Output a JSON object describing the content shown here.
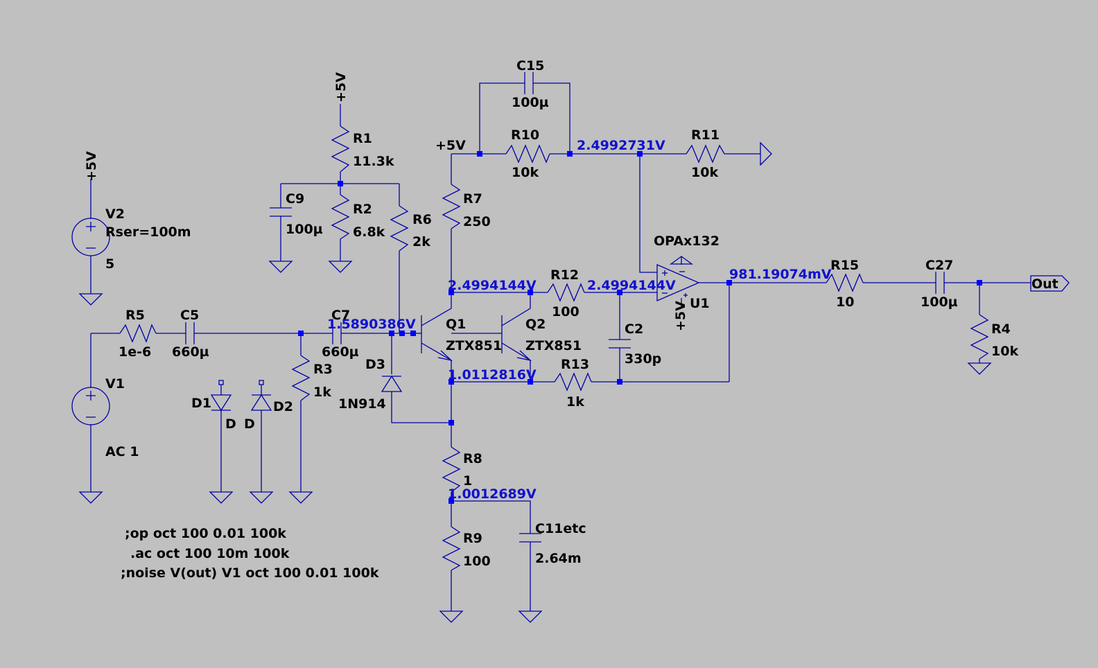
{
  "components": {
    "V2": {
      "name": "V2",
      "param": "Rser=100m",
      "value": "5"
    },
    "V1": {
      "name": "V1",
      "value": "AC 1"
    },
    "R1": {
      "name": "R1",
      "value": "11.3k"
    },
    "R2": {
      "name": "R2",
      "value": "6.8k"
    },
    "R3": {
      "name": "R3",
      "value": "1k"
    },
    "R4": {
      "name": "R4",
      "value": "10k"
    },
    "R5": {
      "name": "R5",
      "value": "1e-6"
    },
    "R6": {
      "name": "R6",
      "value": "2k"
    },
    "R7": {
      "name": "R7",
      "value": "250"
    },
    "R8": {
      "name": "R8",
      "value": "1"
    },
    "R9": {
      "name": "R9",
      "value": "100"
    },
    "R10": {
      "name": "R10",
      "value": "10k"
    },
    "R11": {
      "name": "R11",
      "value": "10k"
    },
    "R12": {
      "name": "R12",
      "value": "100"
    },
    "R13": {
      "name": "R13",
      "value": "1k"
    },
    "R15": {
      "name": "R15",
      "value": "10"
    },
    "C2": {
      "name": "C2",
      "value": "330p"
    },
    "C5": {
      "name": "C5",
      "value": "660µ"
    },
    "C7": {
      "name": "C7",
      "value": "660µ"
    },
    "C9": {
      "name": "C9",
      "value": "100µ"
    },
    "C11": {
      "name": "C11etc",
      "value": "2.64m"
    },
    "C15": {
      "name": "C15",
      "value": "100µ"
    },
    "C27": {
      "name": "C27",
      "value": "100µ"
    },
    "D1": {
      "name": "D1",
      "value": "D"
    },
    "D2": {
      "name": "D2",
      "value": "D"
    },
    "D3": {
      "name": "D3",
      "value": "1N914"
    },
    "Q1": {
      "name": "Q1",
      "value": "ZTX851"
    },
    "Q2": {
      "name": "Q2",
      "value": "ZTX851"
    },
    "U1": {
      "name": "U1",
      "value": "OPAx132"
    }
  },
  "supplies": {
    "v2_top": "+5V",
    "r1_top": "+5V",
    "r7_top": "+5V",
    "u1_supply": "+5V"
  },
  "nodes": {
    "n_r10": "2.4992731V",
    "n_q1c": "2.4994144V",
    "n_u1in": "2.4994144V",
    "n_out": "981.19074mV",
    "n_q1b": "1.5890386V",
    "n_q1e": "1.0112816V",
    "n_r9": "1.0012689V"
  },
  "ports": {
    "out": "Out"
  },
  "directives": [
    ";op oct 100 0.01 100k",
    ".ac oct 100 10m 100k",
    ";noise V(out) V1 oct 100 0.01 100k"
  ]
}
